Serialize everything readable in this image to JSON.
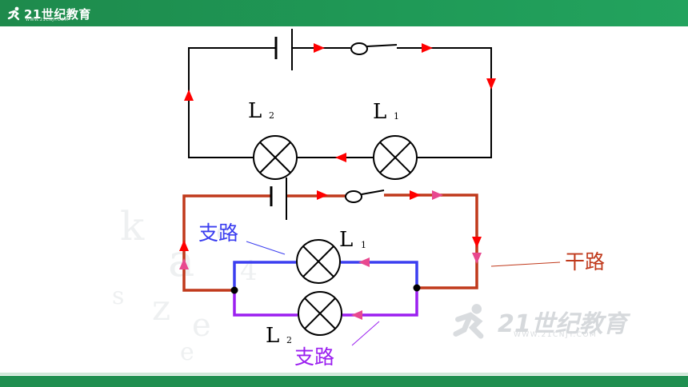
{
  "header": {
    "logo_text": "21世纪教育",
    "logo_sub": "WWW.21CNJY.COM"
  },
  "watermark": {
    "text": "21世纪教育",
    "sub": "WWW.21CNJY.COM"
  },
  "series_circuit": {
    "lamp_left_label": "L",
    "lamp_left_sub": "2",
    "lamp_right_label": "L",
    "lamp_right_sub": "1"
  },
  "parallel_circuit": {
    "lamp_top_label": "L",
    "lamp_top_sub": "1",
    "lamp_bottom_label": "L",
    "lamp_bottom_sub": "2",
    "branch_top_label": "支路",
    "branch_bottom_label": "支路",
    "main_label": "干路"
  },
  "colors": {
    "wire_black": "#000000",
    "arrow_red": "#ff0000",
    "main_wire": "#c0391b",
    "branch_blue": "#3b3ef0",
    "branch_purple": "#9b1ff0",
    "arrow_pink": "#e8488f",
    "header_green": "#1f9a57"
  }
}
